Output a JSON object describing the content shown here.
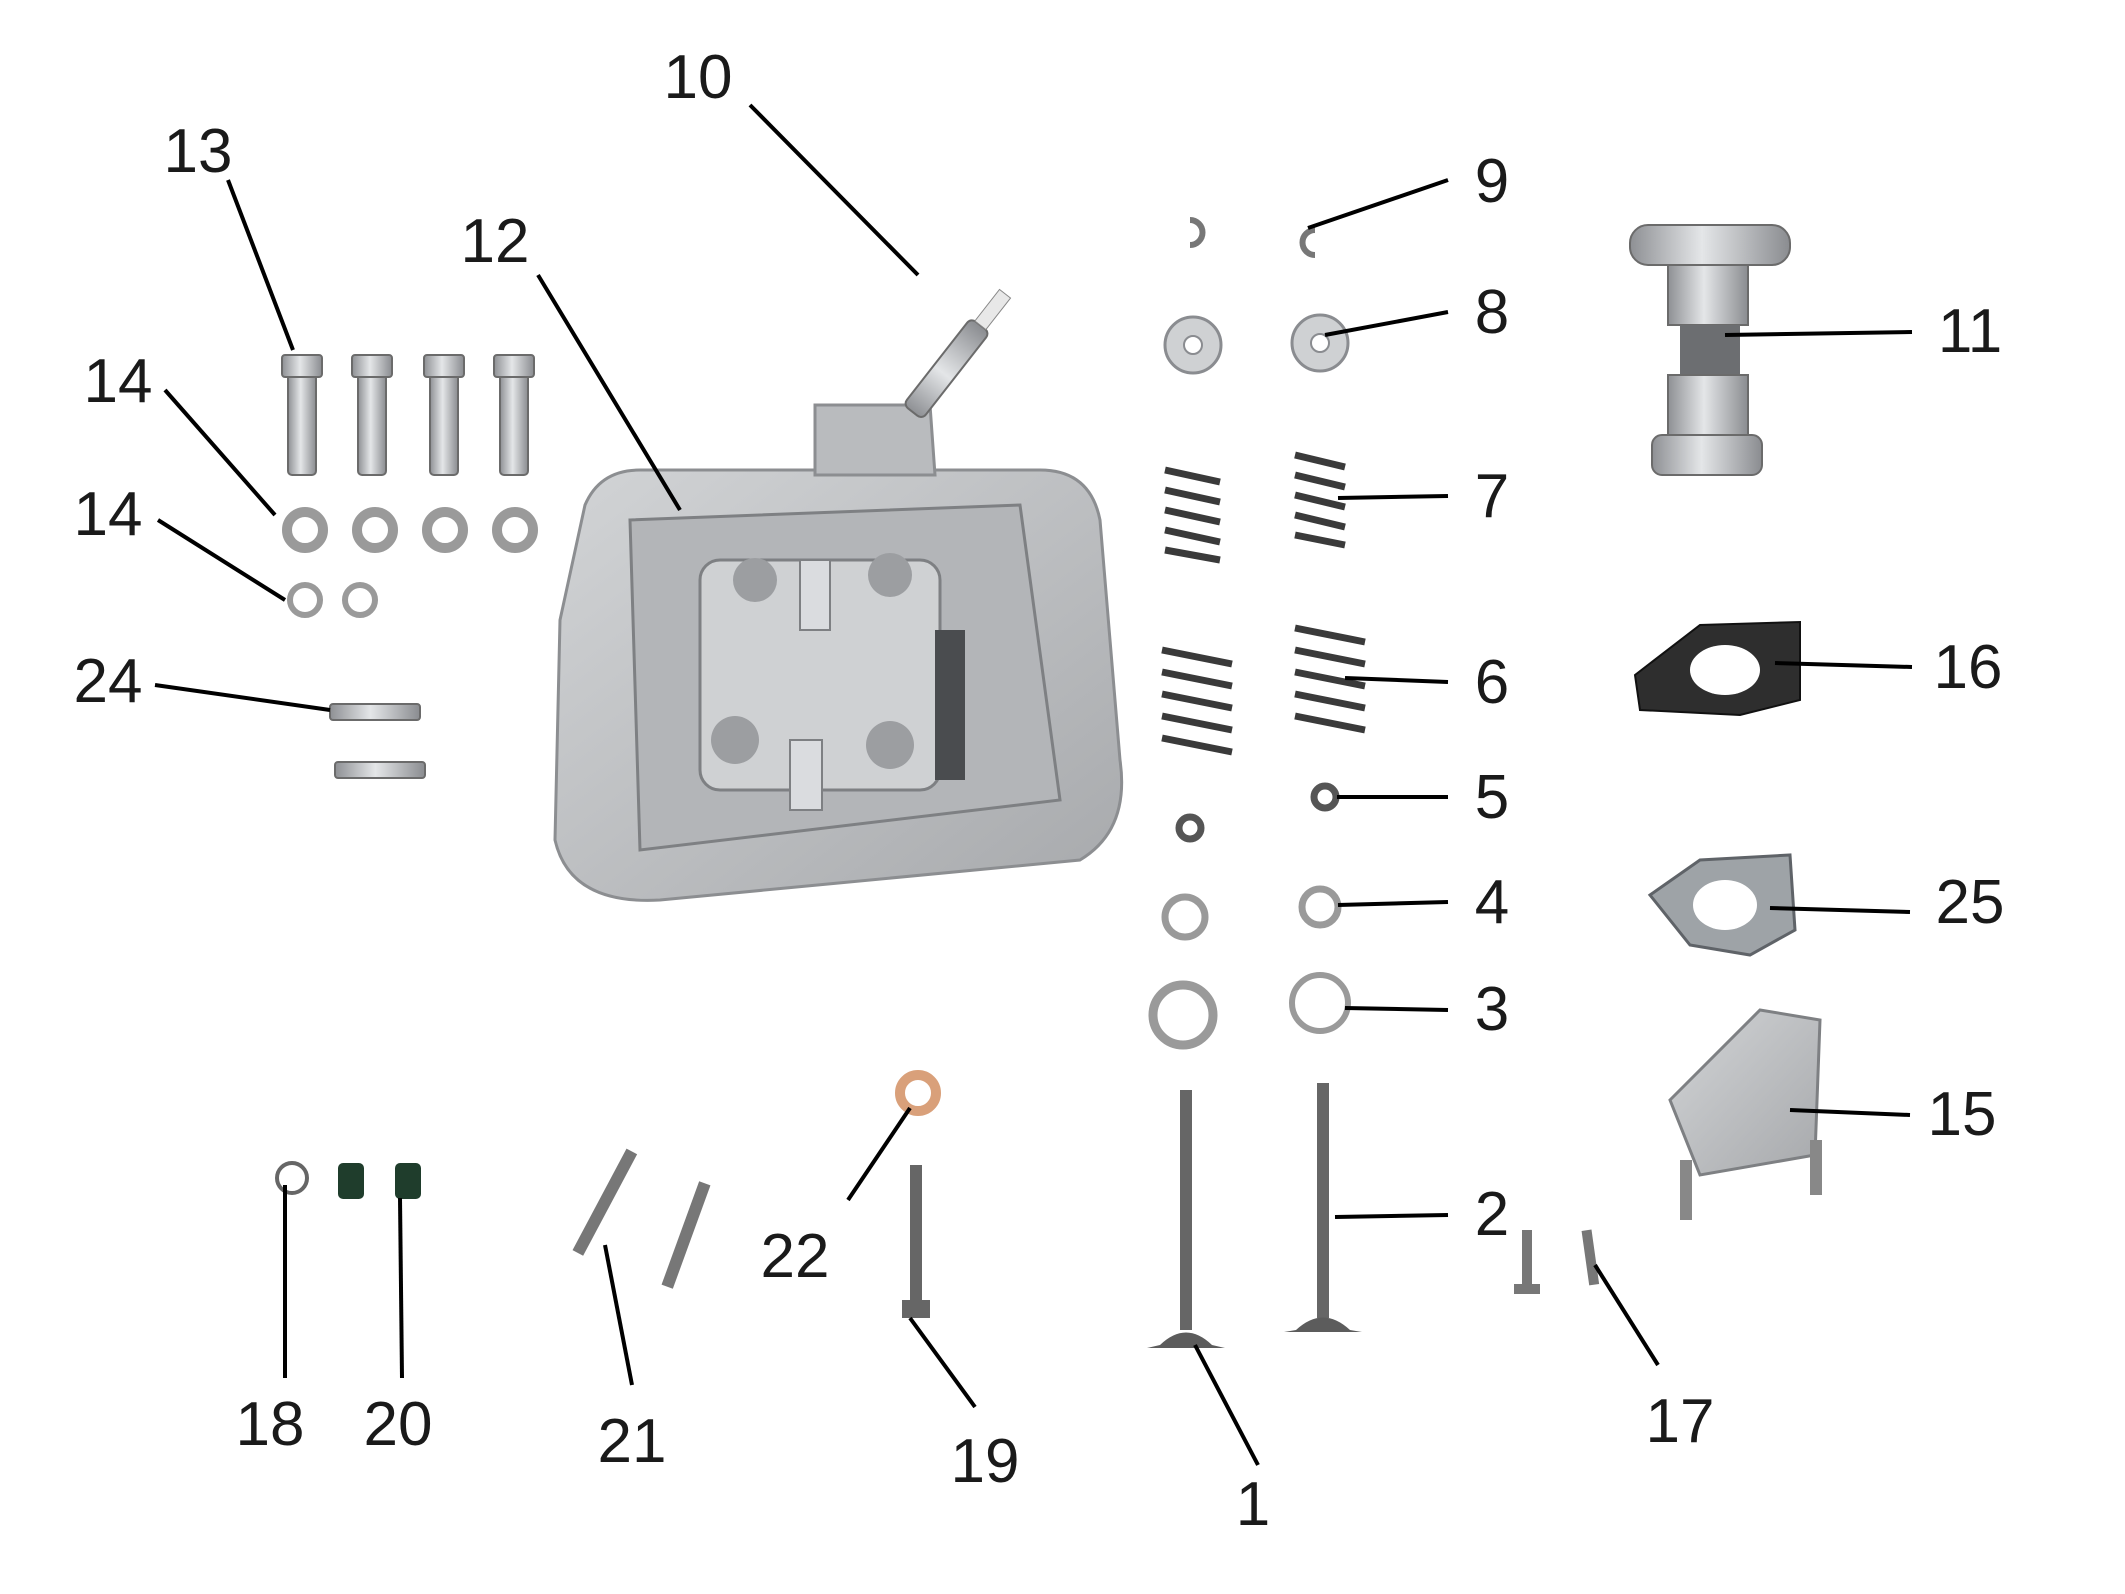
{
  "callouts": [
    {
      "id": "1",
      "text": "1"
    },
    {
      "id": "2",
      "text": "2"
    },
    {
      "id": "3",
      "text": "3"
    },
    {
      "id": "4",
      "text": "4"
    },
    {
      "id": "5",
      "text": "5"
    },
    {
      "id": "6",
      "text": "6"
    },
    {
      "id": "7",
      "text": "7"
    },
    {
      "id": "8",
      "text": "8"
    },
    {
      "id": "9",
      "text": "9"
    },
    {
      "id": "10",
      "text": "10"
    },
    {
      "id": "11",
      "text": "11"
    },
    {
      "id": "12",
      "text": "12"
    },
    {
      "id": "13",
      "text": "13"
    },
    {
      "id": "14a",
      "text": "14"
    },
    {
      "id": "14b",
      "text": "14"
    },
    {
      "id": "15",
      "text": "15"
    },
    {
      "id": "16",
      "text": "16"
    },
    {
      "id": "17",
      "text": "17"
    },
    {
      "id": "18",
      "text": "18"
    },
    {
      "id": "19",
      "text": "19"
    },
    {
      "id": "20",
      "text": "20"
    },
    {
      "id": "21",
      "text": "21"
    },
    {
      "id": "22",
      "text": "22"
    },
    {
      "id": "24",
      "text": "24"
    },
    {
      "id": "25",
      "text": "25"
    }
  ],
  "colors": {
    "background": "#ffffff",
    "metal": "#c4c6c8",
    "dark_part": "#2e2e2e",
    "copper_washer": "#d9a07a",
    "green_seal": "#1f3d2c"
  }
}
